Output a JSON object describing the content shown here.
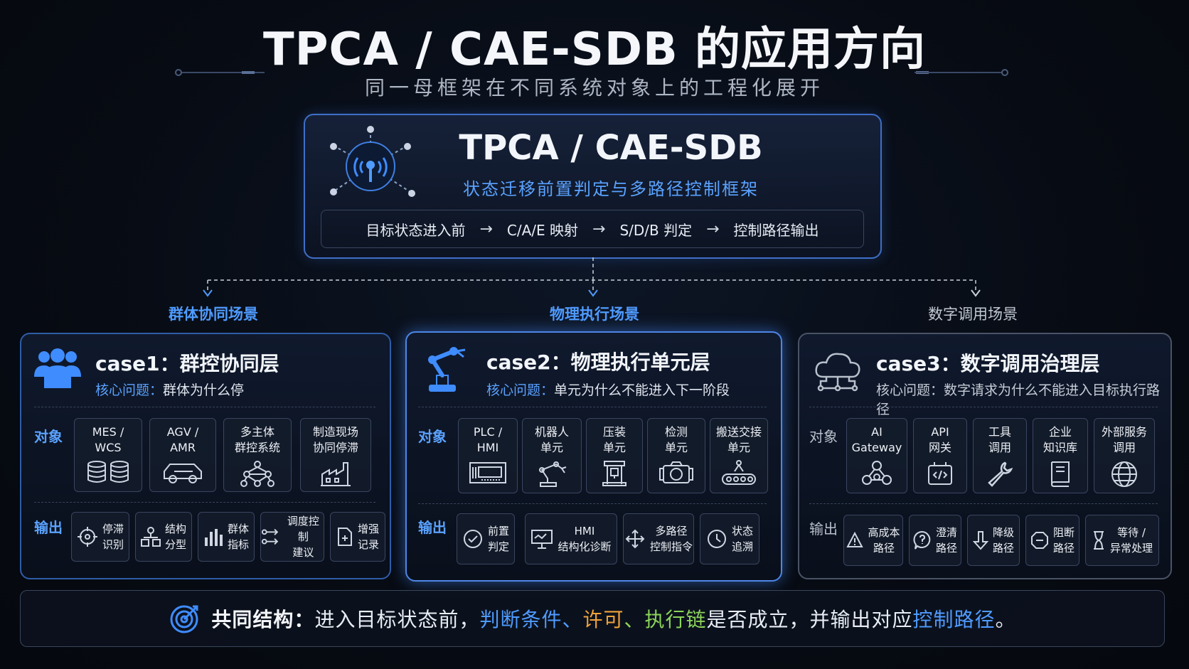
{
  "title": "TPCA / CAE-SDB 的应用方向",
  "subtitle": "同一母框架在不同系统对象上的工程化展开",
  "hero": {
    "title": "TPCA / CAE-SDB",
    "subtitle": "状态迁移前置判定与多路径控制框架",
    "flow": [
      "目标状态进入前",
      "C/A/E 映射",
      "S/D/B 判定",
      "控制路径输出"
    ],
    "arrow": "→"
  },
  "categories": [
    "群体协同场景",
    "物理执行场景",
    "数字调用场景"
  ],
  "row_labels": {
    "object": "对象",
    "output": "输出"
  },
  "cases": [
    {
      "title": "case1：群控协同层",
      "question_key": "核心问题：",
      "question": "群体为什么停",
      "objects": [
        {
          "l1": "MES /",
          "l2": "WCS",
          "icon": "database-icon"
        },
        {
          "l1": "AGV /",
          "l2": "AMR",
          "icon": "vehicle-icon"
        },
        {
          "l1": "多主体",
          "l2": "群控系统",
          "icon": "network-icon"
        },
        {
          "l1": "制造现场",
          "l2": "协同停滞",
          "icon": "factory-icon"
        }
      ],
      "outputs": [
        {
          "l1": "停滞",
          "l2": "识别",
          "icon": "target-icon"
        },
        {
          "l1": "结构",
          "l2": "分型",
          "icon": "structure-icon"
        },
        {
          "l1": "群体",
          "l2": "指标",
          "icon": "bar-chart-icon"
        },
        {
          "l1": "调度控制",
          "l2": "建议",
          "icon": "schedule-icon"
        },
        {
          "l1": "增强",
          "l2": "记录",
          "icon": "record-icon"
        }
      ]
    },
    {
      "title": "case2：物理执行单元层",
      "question_key": "核心问题：",
      "question": "单元为什么不能进入下一阶段",
      "objects": [
        {
          "l1": "PLC /",
          "l2": "HMI",
          "icon": "plc-icon"
        },
        {
          "l1": "机器人",
          "l2": "单元",
          "icon": "robot-arm-icon"
        },
        {
          "l1": "压装",
          "l2": "单元",
          "icon": "press-icon"
        },
        {
          "l1": "检测",
          "l2": "单元",
          "icon": "camera-icon"
        },
        {
          "l1": "搬送交接",
          "l2": "单元",
          "icon": "conveyor-icon"
        }
      ],
      "outputs": [
        {
          "l1": "前置",
          "l2": "判定",
          "icon": "check-circle-icon"
        },
        {
          "l1": "HMI",
          "l2": "结构化诊断",
          "icon": "monitor-icon"
        },
        {
          "l1": "多路径",
          "l2": "控制指令",
          "icon": "multi-arrow-icon"
        },
        {
          "l1": "状态",
          "l2": "追溯",
          "icon": "clock-icon"
        }
      ]
    },
    {
      "title": "case3：数字调用治理层",
      "question_key": "核心问题：",
      "question": "数字请求为什么不能进入目标执行路径",
      "objects": [
        {
          "l1": "AI",
          "l2": "Gateway",
          "icon": "ai-nodes-icon"
        },
        {
          "l1": "API",
          "l2": "网关",
          "icon": "code-icon"
        },
        {
          "l1": "工具",
          "l2": "调用",
          "icon": "wrench-icon"
        },
        {
          "l1": "企业",
          "l2": "知识库",
          "icon": "book-icon"
        },
        {
          "l1": "外部服务",
          "l2": "调用",
          "icon": "globe-icon"
        }
      ],
      "outputs": [
        {
          "l1": "高成本",
          "l2": "路径",
          "icon": "warning-icon"
        },
        {
          "l1": "澄清",
          "l2": "路径",
          "icon": "question-icon"
        },
        {
          "l1": "降级",
          "l2": "路径",
          "icon": "down-arrow-icon"
        },
        {
          "l1": "阻断",
          "l2": "路径",
          "icon": "block-icon"
        },
        {
          "l1": "等待 /",
          "l2": "异常处理",
          "icon": "hourglass-icon"
        }
      ]
    }
  ],
  "footer": {
    "lead": "共同结构：",
    "t1": "进入目标状态前，",
    "k1": "判断条件",
    "sep1": "、",
    "k2": "许可",
    "sep2": "、",
    "k3": "执行链",
    "t2": "是否成立，并输出对应",
    "k4": "控制路径",
    "t3": "。"
  },
  "colors": {
    "accent": "#4f9bff",
    "orange": "#f0a13a",
    "green": "#8cd45b"
  }
}
